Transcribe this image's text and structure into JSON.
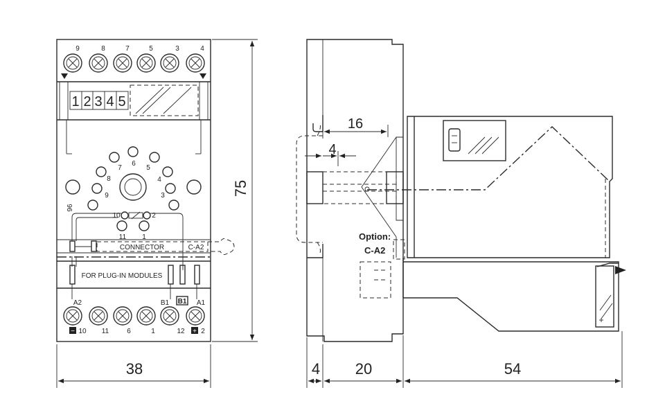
{
  "front_view": {
    "top_terminals": [
      "9",
      "8",
      "7",
      "5",
      "3",
      "4"
    ],
    "label_strip": [
      "1",
      "2",
      "3",
      "4",
      "5"
    ],
    "socket_pins": [
      "6",
      "5",
      "7",
      "4",
      "8",
      "3",
      "9"
    ],
    "pin_10": "10",
    "pin_2": "2",
    "pin_11": "11",
    "pin_1": "1",
    "code_96": "96",
    "connector_label": "CONNECTOR",
    "connector_code": "C-A2",
    "plugin_label": "FOR PLUG-IN MODULES",
    "a2_label": "A2",
    "b1_label": "B1",
    "b1_box": "B1",
    "a1_label": "A1",
    "bottom_terminals": [
      "10",
      "11",
      "6",
      "1",
      "12",
      "2"
    ],
    "minus_sign": "−",
    "plus_sign": "+"
  },
  "side_view": {
    "option_label": "Option:",
    "option_code": "C-A2",
    "plus_mark": "+"
  },
  "dimensions": {
    "width_front": "38",
    "height": "75",
    "dim_4_bottom": "4",
    "dim_20": "20",
    "dim_54": "54",
    "dim_16": "16",
    "dim_4_top": "4"
  }
}
